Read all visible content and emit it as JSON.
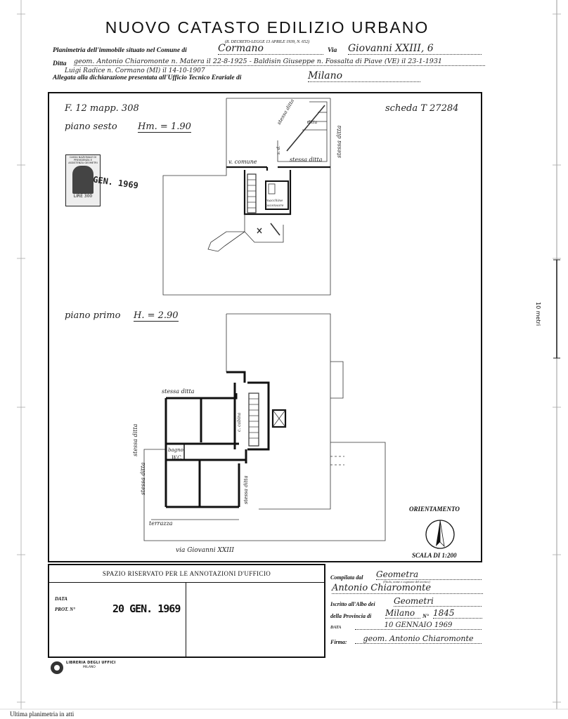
{
  "header": {
    "title": "NUOVO CATASTO EDILIZIO URBANO",
    "decree": "(R. DECRETO-LEGGE 13 APRILE 1939, N. 652)",
    "line1_label": "Planimetria dell'immobile situato nel Comune di",
    "comune": "Cormano",
    "via_label": "Via",
    "via_value": "Giovanni XXIII, 6",
    "ditta_label": "Ditta",
    "ditta_value": "geom. Antonio Chiaromonte n. Matera il 22-8-1925 - Baldisin Giuseppe n. Fossalta di Piave (VE) il 23-1-1931",
    "ditta_value2": "Luigi Radice n. Cormano (MI) il 14-10-1907",
    "allegata_label": "Allegata alla dichiarazione presentata all'Ufficio Tecnico Erariale di",
    "allegata_value": "Milano"
  },
  "plan": {
    "foglio": "F. 12 mapp. 308",
    "scheda": "scheda T 27284",
    "piano_sesto": "piano sesto",
    "h_sesto": "Hm. = 1.90",
    "piano_primo": "piano primo",
    "h_primo": "H. = 2.90",
    "stamp_text": "CASSA NAZIONALE DI PREVIDENZA E ASSISTENZA GEOMETRI",
    "stamp_value": "LIRE 300",
    "stamp_date": "GEN. 1969",
    "labels": {
      "stessa_ditta": "stessa ditta",
      "v_comune": "v. comune",
      "s_d": "s. d.",
      "locale_macchine": "macchine ascensore",
      "bagno": "bagno",
      "wc": "W.C.",
      "cabina": "c. cabina",
      "terrazza": "terrazza",
      "via_giovanni": "via Giovanni XXIII"
    },
    "orientamento": "ORIENTAMENTO",
    "scala": "SCALA DI 1:200"
  },
  "office": {
    "title": "SPAZIO RISERVATO PER LE ANNOTAZIONI D'UFFICIO",
    "data_label": "DATA",
    "prot_label": "PROT. N°",
    "prot_stamp": "20 GEN. 1969"
  },
  "compiler": {
    "compilata_label": "Compilata dal",
    "compilata_value": "Geometra",
    "compilata_note": "(Titolo, nome e cognome del tecnico)",
    "name": "Antonio Chiaromonte",
    "iscritto_label": "Iscritto all'Albo dei",
    "iscritto_value": "Geometri",
    "provincia_label": "della Provincia di",
    "provincia_value": "Milano",
    "numero_label": "N°",
    "numero_value": "1845",
    "data_label": "DATA",
    "data_value": "10 GENNAIO 1969",
    "firma_label": "Firma:",
    "firma_value": "geom. Antonio Chiaromonte"
  },
  "publisher": {
    "name": "LIBRERIA DEGLI UFFICI",
    "city": "MILANO"
  },
  "side_scale": "10 metri",
  "footer": "Ultima planimetria in atti"
}
